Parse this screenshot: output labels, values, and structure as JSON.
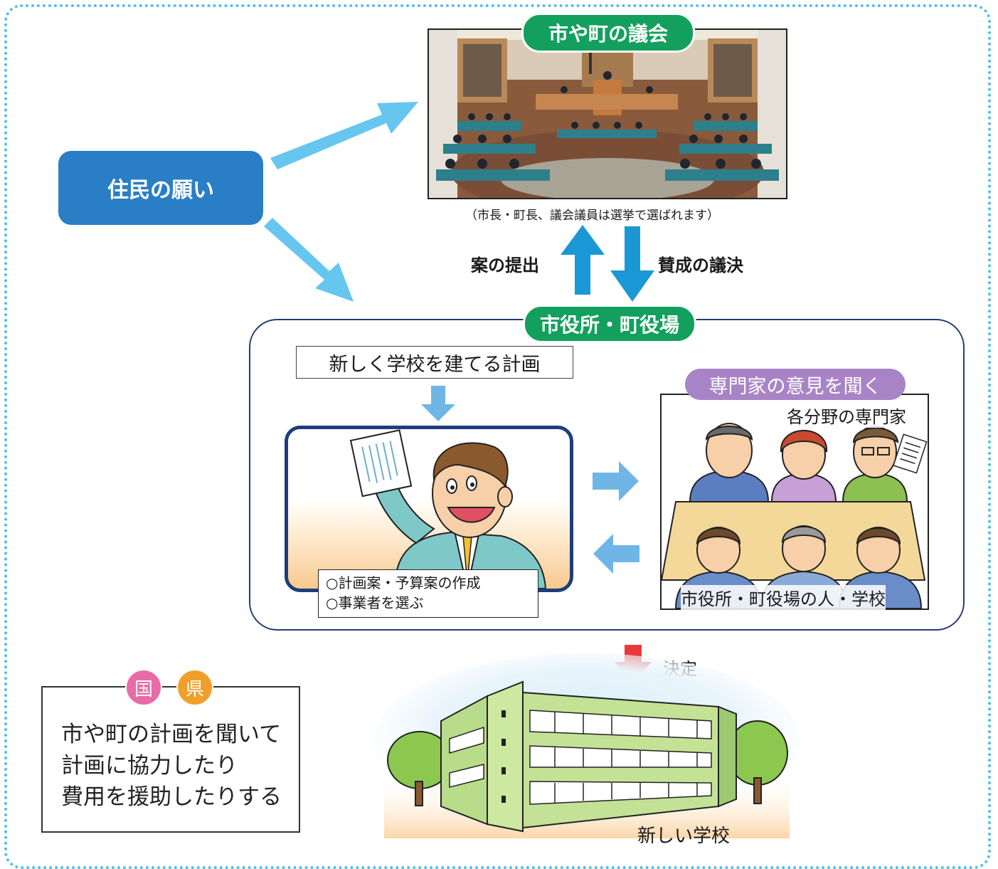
{
  "residents_wish": "住民の願い",
  "council": {
    "title": "市や町の議会",
    "caption": "（市長・町長、議会議員は選挙で選ばれます）"
  },
  "flow": {
    "submit": "案の提出",
    "approve": "賛成の議決",
    "decision": "決定"
  },
  "office": {
    "title": "市役所・町役場",
    "plan": "新しく学校を建てる計画",
    "tasks": [
      "○計画案・予算案の作成",
      "○事業者を選ぶ"
    ]
  },
  "experts": {
    "title": "専門家の意見を聞く",
    "top_label": "各分野の専門家",
    "bottom_label": "市役所・町役場の人・学校"
  },
  "state": {
    "badges": [
      "国",
      "県"
    ],
    "lines": [
      "市や町の計画を聞いて",
      "計画に協力したり",
      "費用を援助したりする"
    ]
  },
  "school_label": "新しい学校",
  "colors": {
    "frame_dots": "#4cc0e8",
    "wish_box": "#2a7ec6",
    "green_pill": "#13a05e",
    "purple_pill": "#a884c6",
    "light_arrow": "#66c6f0",
    "blue_arrow": "#1a98d6",
    "soft_arrow": "#6fb6e6",
    "red_arrow": "#e83a3a",
    "office_border": "#243c74",
    "badge_country": "#ea6aa6",
    "badge_prefecture": "#f0a02a"
  }
}
